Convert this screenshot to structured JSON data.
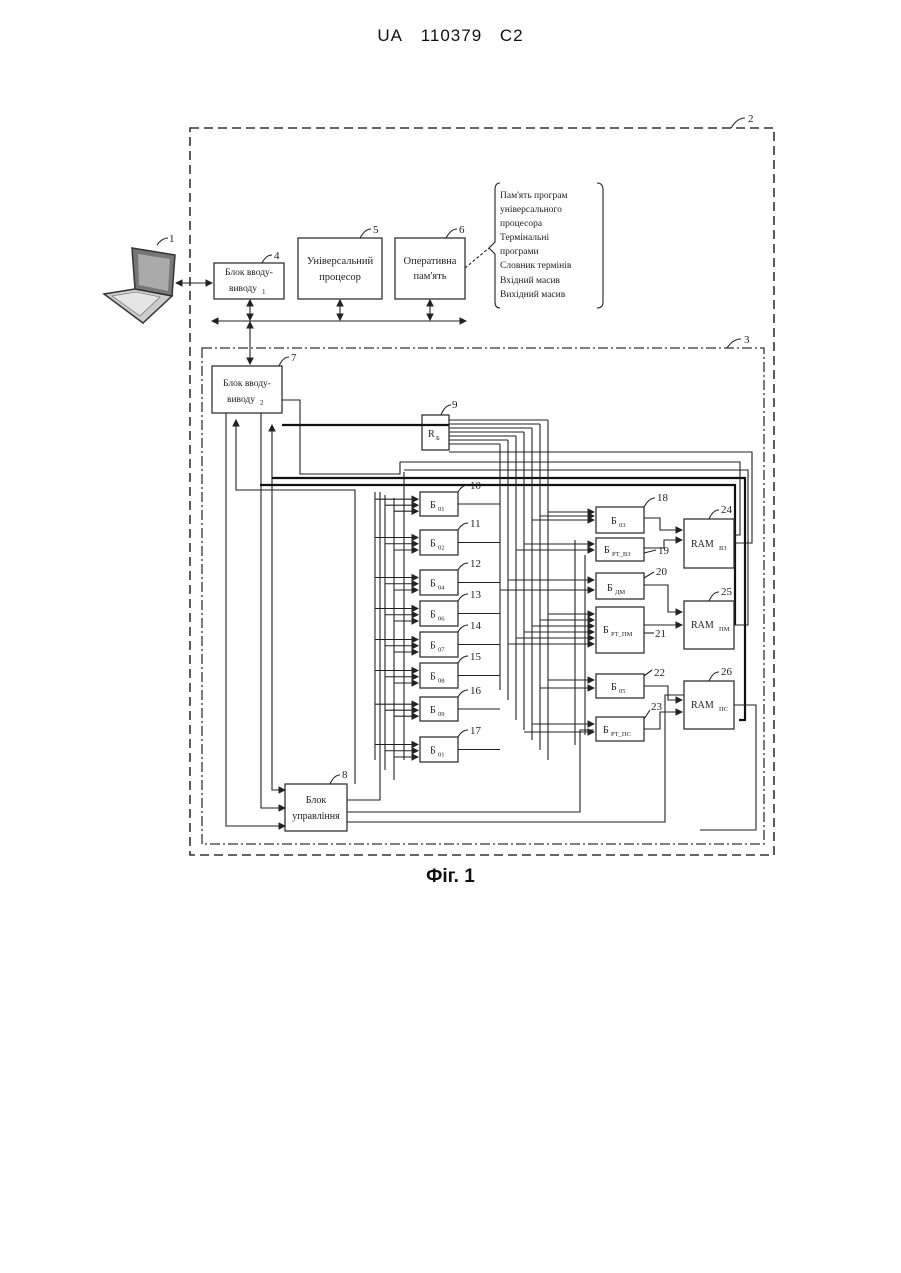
{
  "header": {
    "country": "UA",
    "number": "110379",
    "kind": "C2"
  },
  "figure": {
    "caption": "Фіг. 1",
    "refs": {
      "r1": "1",
      "r2": "2",
      "r3": "3",
      "r4": "4",
      "r5": "5",
      "r6": "6",
      "r7": "7",
      "r8": "8",
      "r9": "9",
      "r10": "10",
      "r11": "11",
      "r12": "12",
      "r13": "13",
      "r14": "14",
      "r15": "15",
      "r16": "16",
      "r17": "17",
      "r18": "18",
      "r19": "19",
      "r20": "20",
      "r21": "21",
      "r22": "22",
      "r23": "23",
      "r24": "24",
      "r25": "25",
      "r26": "26"
    },
    "blocks": {
      "io1": {
        "line1": "Блок вводу-",
        "line2": "виводу",
        "sub": "1"
      },
      "cpu": {
        "line1": "Універсальний",
        "line2": "процесор"
      },
      "ram": {
        "line1": "Оперативна",
        "line2": "пам'ять"
      },
      "io2": {
        "line1": "Блок вводу-",
        "line2": "виводу",
        "sub": "2"
      },
      "ctrl": {
        "line1": "Блок",
        "line2": "управління"
      },
      "rb": {
        "main": "R",
        "sub": "Б"
      },
      "b10": {
        "main": "Б",
        "sub": "01"
      },
      "b11": {
        "main": "Б",
        "sub": "02"
      },
      "b12": {
        "main": "Б",
        "sub": "04"
      },
      "b13": {
        "main": "Б",
        "sub": "06"
      },
      "b14": {
        "main": "Б",
        "sub": "07"
      },
      "b15": {
        "main": "Б",
        "sub": "08"
      },
      "b16": {
        "main": "Б",
        "sub": "09"
      },
      "b17": {
        "main": "Б",
        "sub": "01"
      },
      "b18": {
        "main": "Б",
        "sub": "03"
      },
      "b19": {
        "main": "Б",
        "sub": "РТ_ВЗ"
      },
      "b20": {
        "main": "Б",
        "sub": "ДМ"
      },
      "b21": {
        "main": "Б",
        "sub": "РТ_ПМ"
      },
      "b22": {
        "main": "Б",
        "sub": "05"
      },
      "b23": {
        "main": "Б",
        "sub": "РТ_ПС"
      },
      "ram24": {
        "main": "RAM",
        "sub": "ВЗ"
      },
      "ram25": {
        "main": "RAM",
        "sub": "ПМ"
      },
      "ram26": {
        "main": "RAM",
        "sub": "ПС"
      }
    },
    "memory_note": [
      "Пам'ять програм",
      "універсального",
      "процесора",
      "Термінальні",
      "програми",
      "Словник термінів",
      "Вхідний масив",
      "Вихідний масив"
    ]
  }
}
